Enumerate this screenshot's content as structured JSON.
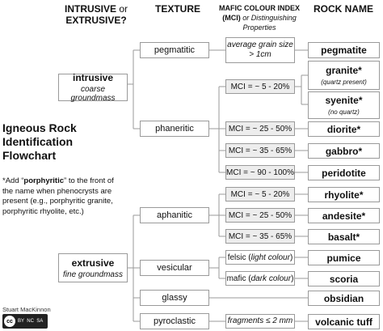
{
  "headers": {
    "intrusive_or_extrusive_1": "INTRUSIVE",
    "intrusive_or_extrusive_or": "or",
    "intrusive_or_extrusive_2": "EXTRUSIVE?",
    "texture": "TEXTURE",
    "mci_line1": "MAFIC COLOUR INDEX",
    "mci_line2a": "(MCI)",
    "mci_line2b": "or Distinguishing",
    "mci_line3": "Properties",
    "rock_name": "ROCK NAME"
  },
  "title": {
    "line1": "Igneous Rock",
    "line2": "Identification",
    "line3": "Flowchart"
  },
  "note": {
    "pre": "*Add “",
    "bold": "porphyritic",
    "post": "” to the front of the name when phenocrysts are present (e.g., porphyritic granite, porphyritic rhyolite, etc.)"
  },
  "groups": {
    "intrusive": {
      "name": "intrusive",
      "desc": "coarse groundmass"
    },
    "extrusive": {
      "name": "extrusive",
      "desc": "fine groundmass"
    }
  },
  "textures": {
    "pegmatitic": "pegmatitic",
    "phaneritic": "phaneritic",
    "aphanitic": "aphanitic",
    "vesicular": "vesicular",
    "glassy": "glassy",
    "pyroclastic": "pyroclastic"
  },
  "properties": {
    "pegmatite": "average grain size > 1cm",
    "granite_syenite": "MCI = ~ 5 - 20%",
    "diorite": "MCI = ~ 25 - 50%",
    "gabbro": "MCI = ~ 35 - 65%",
    "peridotite": "MCI = ~ 90 - 100%",
    "rhyolite": "MCI = ~ 5 - 20%",
    "andesite": "MCI = ~ 25 - 50%",
    "basalt": "MCI = ~ 35 - 65%",
    "pumice_pre": "felsic (",
    "pumice_it": "light colour",
    "pumice_post": ")",
    "scoria_pre": "mafic (",
    "scoria_it": "dark colour",
    "scoria_post": ")",
    "tuff": "fragments ≤ 2 mm"
  },
  "rocks": {
    "pegmatite": "pegmatite",
    "granite": "granite*",
    "granite_note": "(quartz present)",
    "syenite": "syenite*",
    "syenite_note": "(no quartz)",
    "diorite": "diorite*",
    "gabbro": "gabbro*",
    "peridotite": "peridotite",
    "rhyolite": "rhyolite*",
    "andesite": "andesite*",
    "basalt": "basalt*",
    "pumice": "pumice",
    "scoria": "scoria",
    "obsidian": "obsidian",
    "volcanic_tuff": "volcanic tuff"
  },
  "credit": {
    "author": "Stuart MacKinnon",
    "license_cc": "cc",
    "license_terms": "BY  NC  SA"
  }
}
